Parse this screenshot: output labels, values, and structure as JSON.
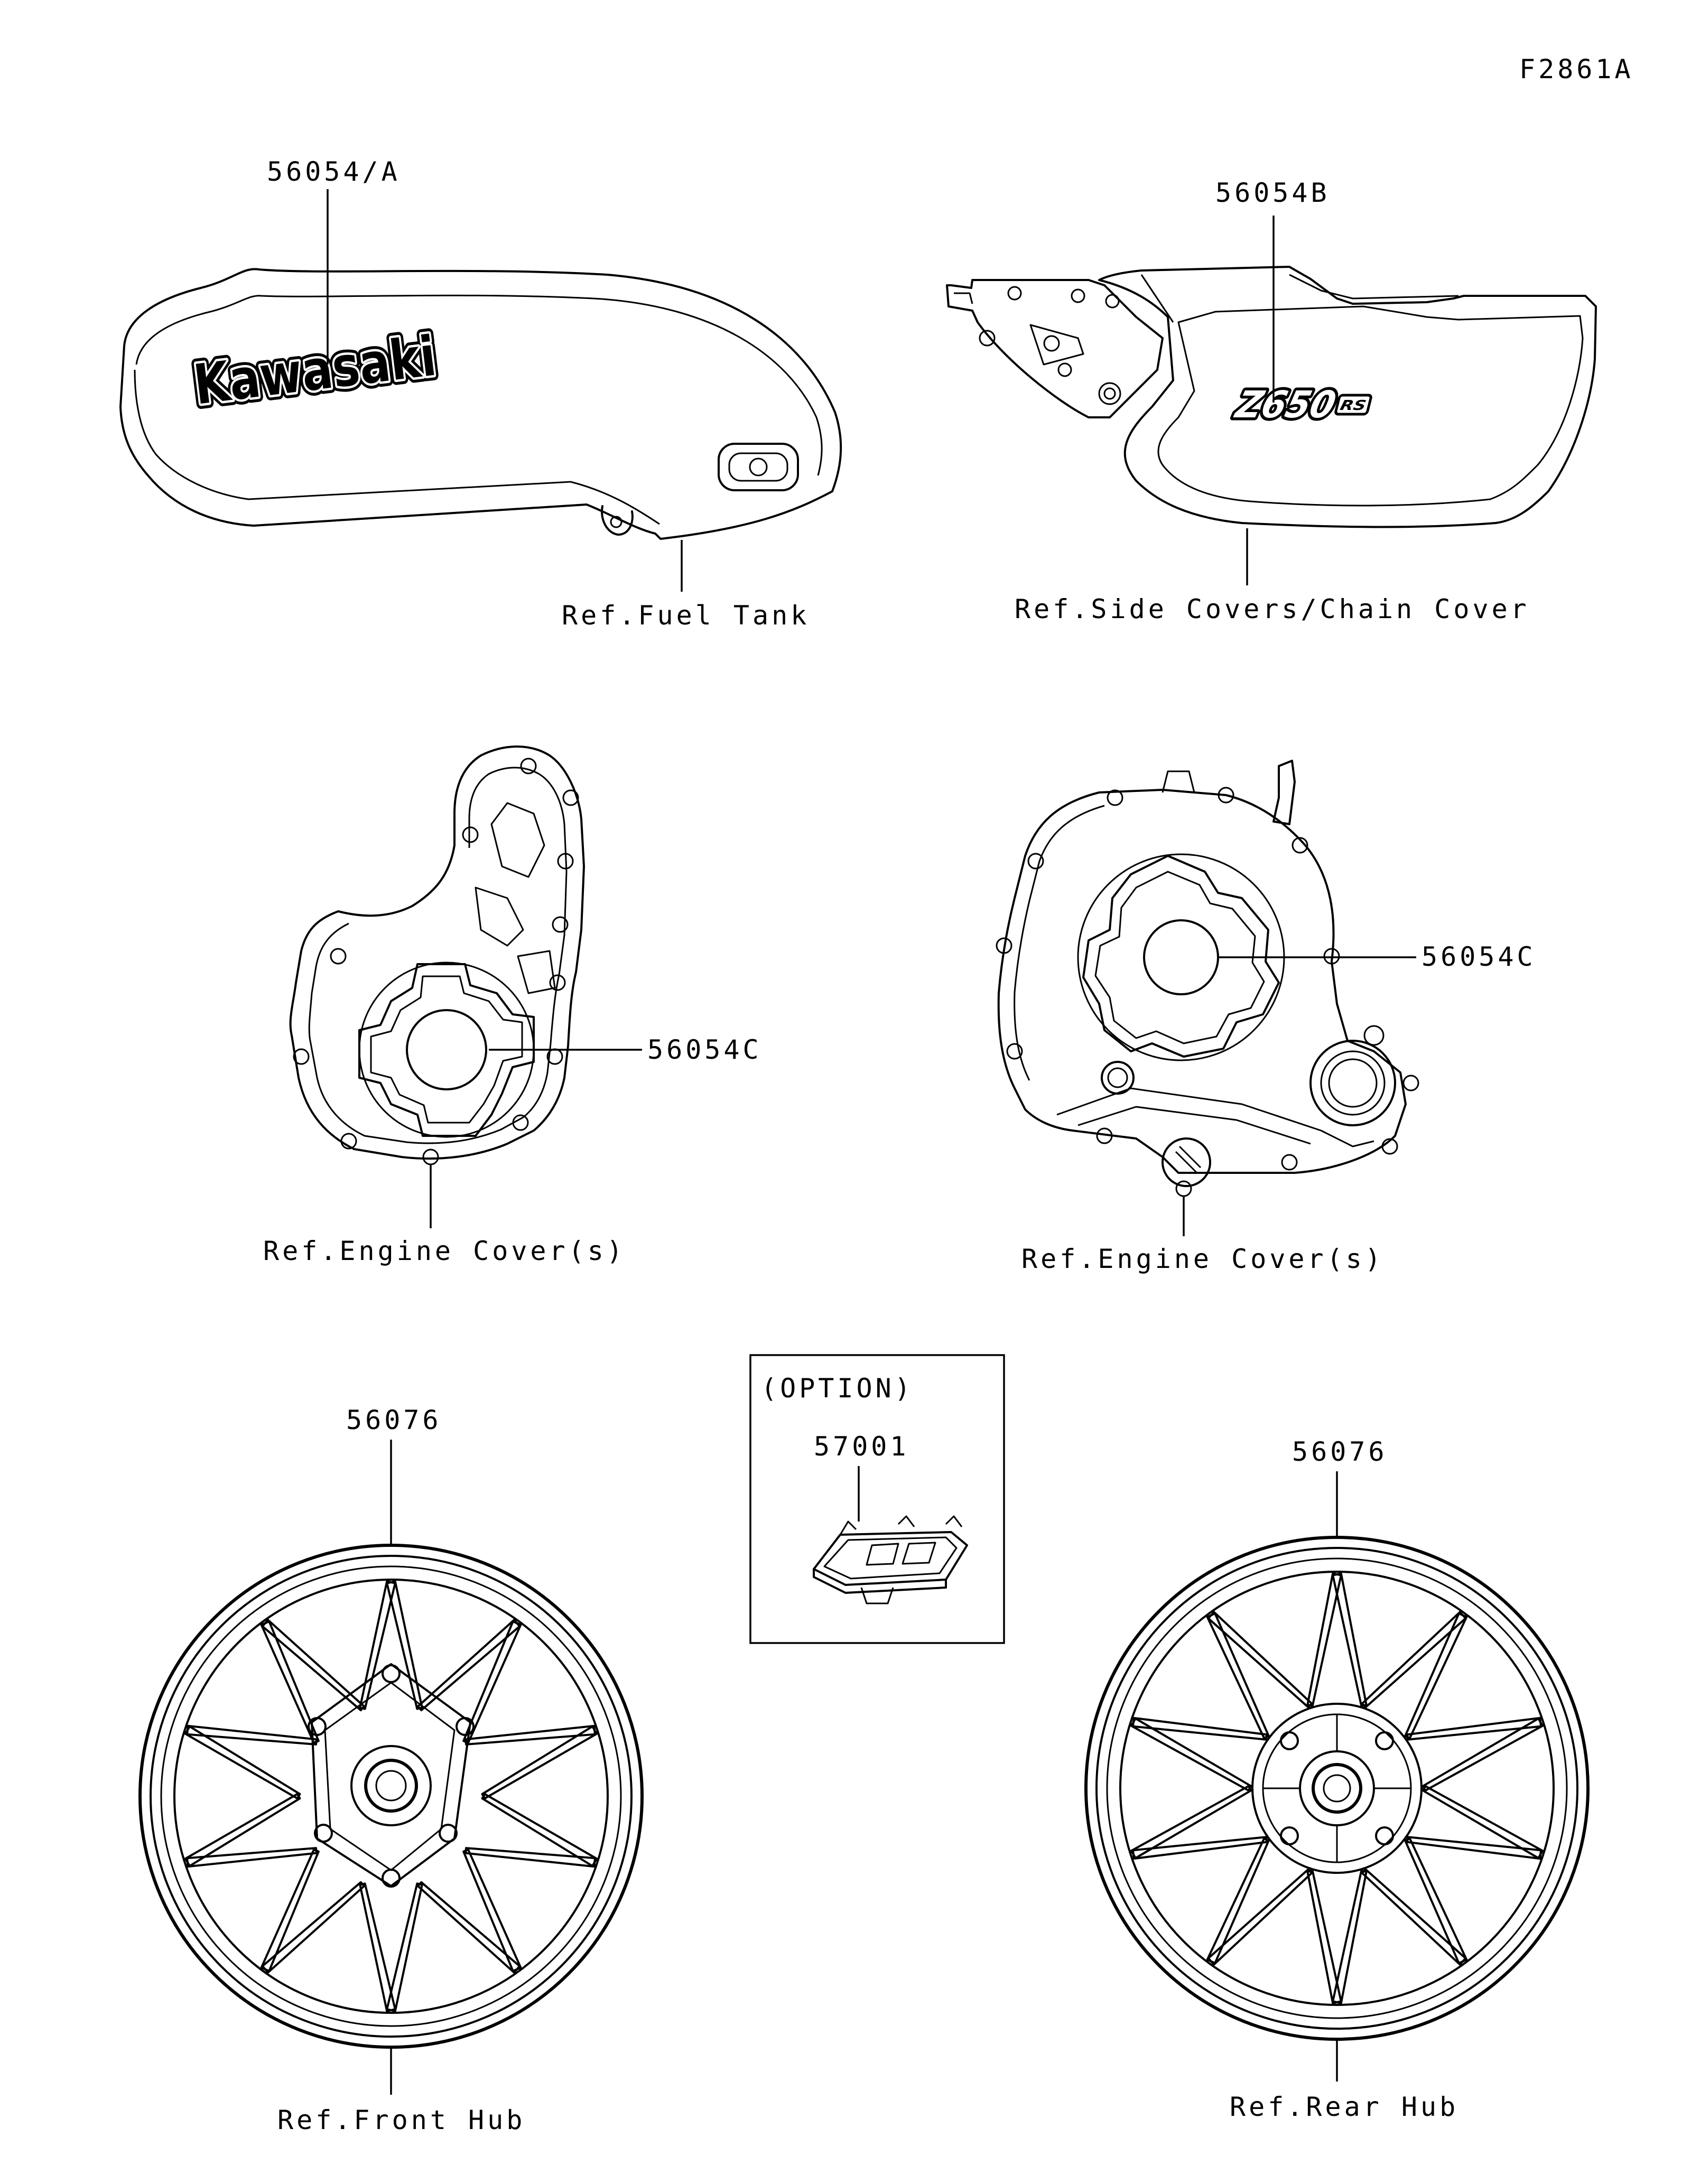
{
  "figure_code": "F2861A",
  "callouts": {
    "tank_part": "56054/A",
    "tank_ref": "Ref.Fuel Tank",
    "side_part": "56054B",
    "side_ref": "Ref.Side Covers/Chain Cover",
    "left_cover_part": "56054C",
    "left_cover_ref": "Ref.Engine Cover(s)",
    "right_cover_part": "56054C",
    "right_cover_ref": "Ref.Engine Cover(s)",
    "option_label": "(OPTION)",
    "option_part": "57001",
    "front_wheel_part": "56076",
    "front_wheel_ref": "Ref.Front Hub",
    "rear_wheel_part": "56076",
    "rear_wheel_ref": "Ref.Rear Hub"
  },
  "decals": {
    "tank_logo": "Kawasaki",
    "side_logo": "Z650",
    "side_logo_suffix": "RS"
  }
}
